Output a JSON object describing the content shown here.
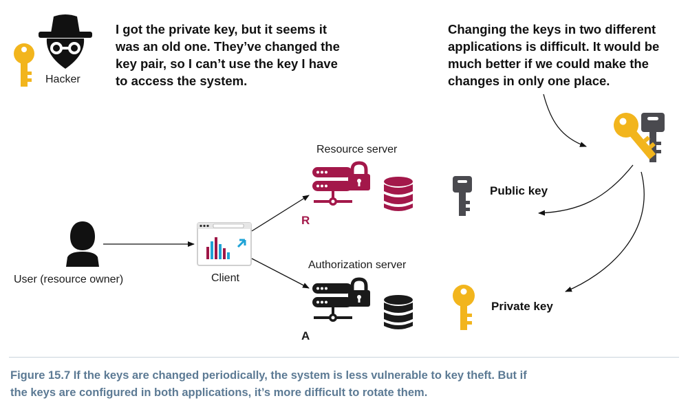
{
  "hacker": {
    "label": "Hacker",
    "quote": "I got the private key, but it seems it\nwas an old one. They’ve changed the\nkey pair, so I can’t use the key I have\nto access the system."
  },
  "admin_note": {
    "text": "Changing the keys in two different\napplications is difficult. It would be\nmuch better if we could make the\nchanges in only one place."
  },
  "user": {
    "label": "User (resource owner)"
  },
  "client": {
    "label": "Client"
  },
  "resource_server": {
    "label": "Resource server",
    "letter": "R"
  },
  "authorization_server": {
    "label": "Authorization server",
    "letter": "A"
  },
  "keys": {
    "public_label": "Public key",
    "private_label": "Private key"
  },
  "caption": {
    "text": "Figure 15.7    If the keys are changed periodically, the system is less vulnerable to key theft. But if\nthe keys are configured in both applications, it’s more difficult to rotate them."
  },
  "colors": {
    "resource_accent": "#a3184a",
    "auth_accent": "#1a1a1a",
    "key_gold": "#f2b51d",
    "key_gray": "#4a4a4f",
    "caption_blue": "#5c7a94"
  }
}
